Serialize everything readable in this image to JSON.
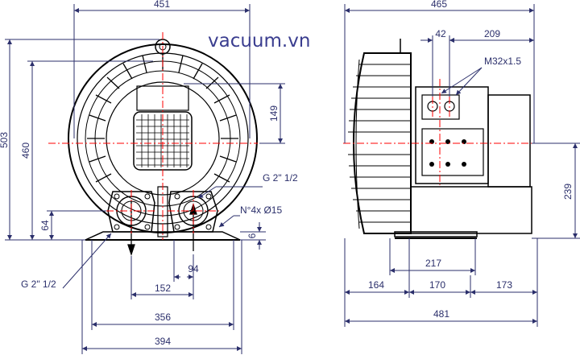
{
  "watermark": "vacuum.vn",
  "front_view": {
    "width_top": "451",
    "height_total": "503",
    "height_460": "460",
    "height_149": "149",
    "height_64": "64",
    "height_6": "6",
    "port_label_top": "G 2\" 1/2",
    "port_label_bottom": "G 2\" 1/2",
    "holes_label": "N°4x Ø15",
    "dim_94": "94",
    "dim_152": "152",
    "dim_356": "356",
    "dim_394": "394"
  },
  "side_view": {
    "width_top": "465",
    "dim_42": "42",
    "dim_209": "209",
    "thread_label": "M32x1.5",
    "height_239": "239",
    "dim_217": "217",
    "dim_164": "164",
    "dim_170": "170",
    "dim_173": "173",
    "width_bottom": "481"
  },
  "colors": {
    "outline": "#000000",
    "dimension": "#2b2f6b",
    "centerline": "#ff0000"
  }
}
